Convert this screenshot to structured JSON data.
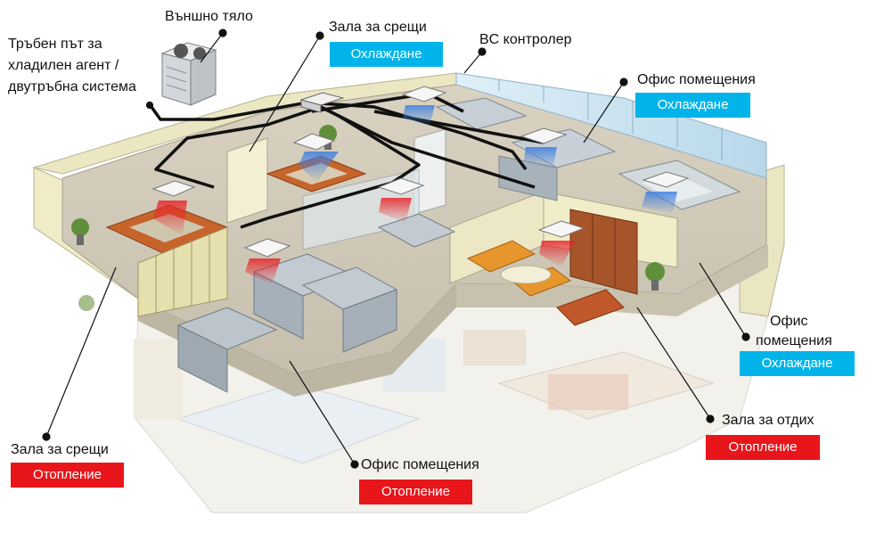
{
  "labels": {
    "outdoor_unit": "Външно тяло",
    "pipe_line_1": "Тръбен път за",
    "pipe_line_2": "хладилен агент /",
    "pipe_line_3": "двутръбна система",
    "bc_controller": "BC контролер",
    "meeting_top": "Зала за срещи",
    "office_top": "Офис помещения",
    "office_right_1": "Офис",
    "office_right_2": "помещения",
    "meeting_bottom": "Зала за срещи",
    "office_bottom": "Офис помещения",
    "lounge": "Зала за отдих"
  },
  "badges": {
    "meeting_top": "Охлаждане",
    "office_top": "Охлаждане",
    "office_right": "Охлаждане",
    "meeting_bottom": "Отопление",
    "office_bottom": "Отопление",
    "lounge": "Отопление"
  },
  "colors": {
    "cooling": "#00b4ea",
    "heating": "#e8151b",
    "cool_air": "#3d7ee0",
    "warm_air": "#e8242a"
  }
}
